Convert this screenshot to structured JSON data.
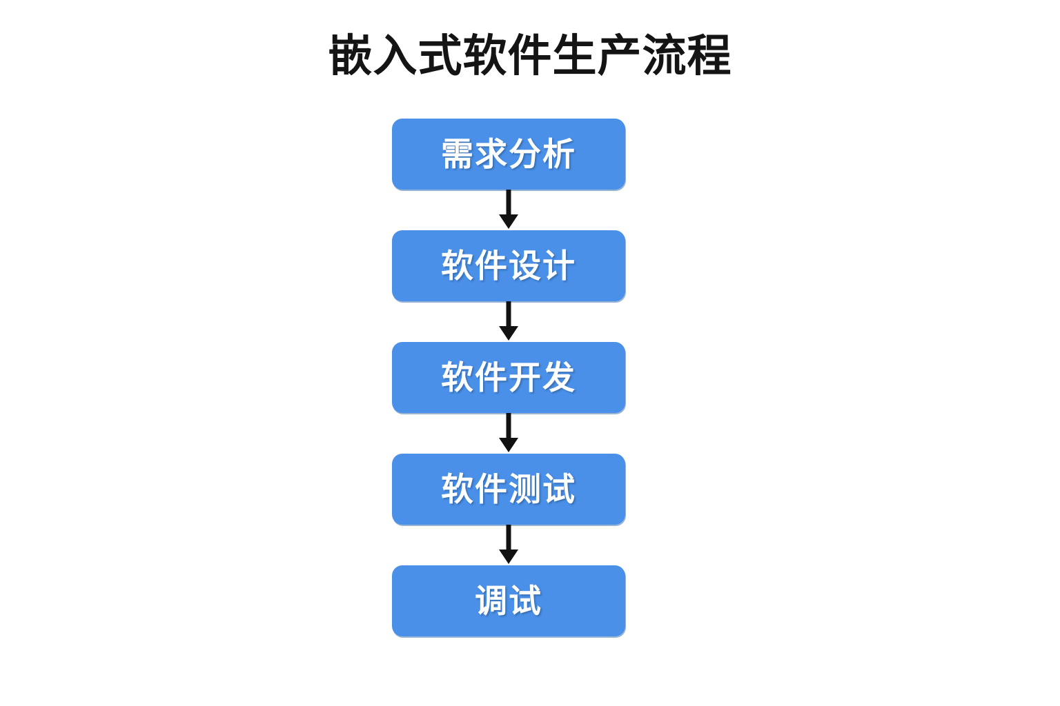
{
  "diagram": {
    "title": "嵌入式软件生产流程",
    "type": "flowchart",
    "orientation": "vertical",
    "background_color": "#ffffff",
    "title_color": "#141414",
    "node_fill_color": "#4a90e8",
    "node_text_color": "#ffffff",
    "connector_color": "#111111",
    "nodes": [
      {
        "id": "step-1",
        "label": "需求分析"
      },
      {
        "id": "step-2",
        "label": "软件设计"
      },
      {
        "id": "step-3",
        "label": "软件开发"
      },
      {
        "id": "step-4",
        "label": "软件测试"
      },
      {
        "id": "step-5",
        "label": "调试"
      }
    ],
    "connectors": [
      {
        "id": "arrow-1",
        "from": "step-1",
        "to": "step-2",
        "shape": "down-arrow"
      },
      {
        "id": "arrow-2",
        "from": "step-2",
        "to": "step-3",
        "shape": "down-arrow"
      },
      {
        "id": "arrow-3",
        "from": "step-3",
        "to": "step-4",
        "shape": "down-arrow"
      },
      {
        "id": "arrow-4",
        "from": "step-4",
        "to": "step-5",
        "shape": "down-arrow"
      }
    ]
  }
}
